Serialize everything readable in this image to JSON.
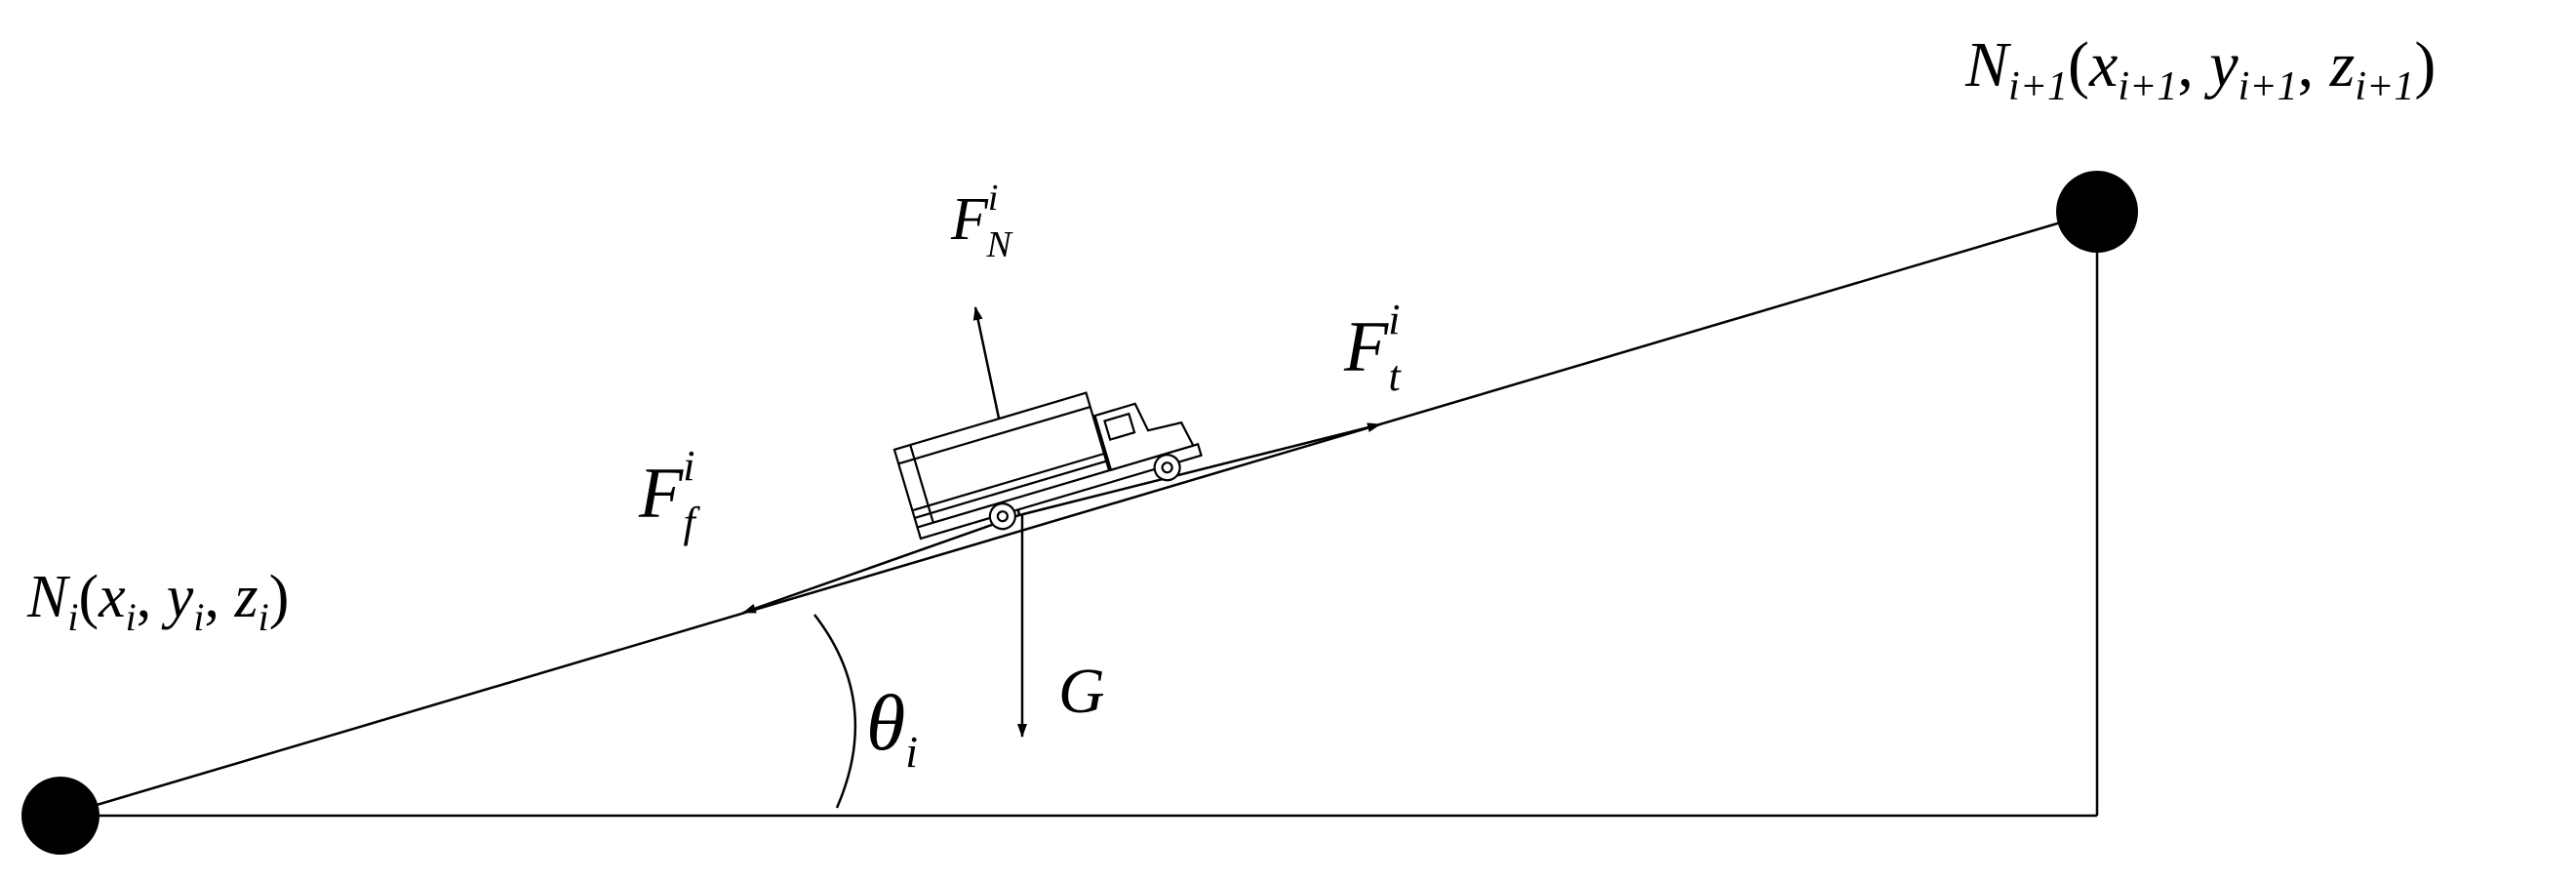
{
  "labels": {
    "node_start": {
      "main": "N",
      "sub": "i",
      "coords": [
        {
          "var": "x",
          "sub": "i"
        },
        {
          "var": "y",
          "sub": "i"
        },
        {
          "var": "z",
          "sub": "i"
        }
      ]
    },
    "node_end": {
      "main": "N",
      "sub": "i+1",
      "coords": [
        {
          "var": "x",
          "sub": "i+1"
        },
        {
          "var": "y",
          "sub": "i+1"
        },
        {
          "var": "z",
          "sub": "i+1"
        }
      ]
    },
    "force_normal": {
      "main": "F",
      "sup": "i",
      "sub": "N"
    },
    "force_traction": {
      "main": "F",
      "sup": "i",
      "sub": "t"
    },
    "force_friction": {
      "main": "F",
      "sup": "i",
      "sub": "f"
    },
    "gravity": {
      "main": "G"
    },
    "angle": {
      "main": "θ",
      "sub": "i"
    }
  },
  "colors": {
    "ink": "#000000",
    "background": "#ffffff"
  },
  "icons": {
    "vehicle": "truck-icon"
  }
}
